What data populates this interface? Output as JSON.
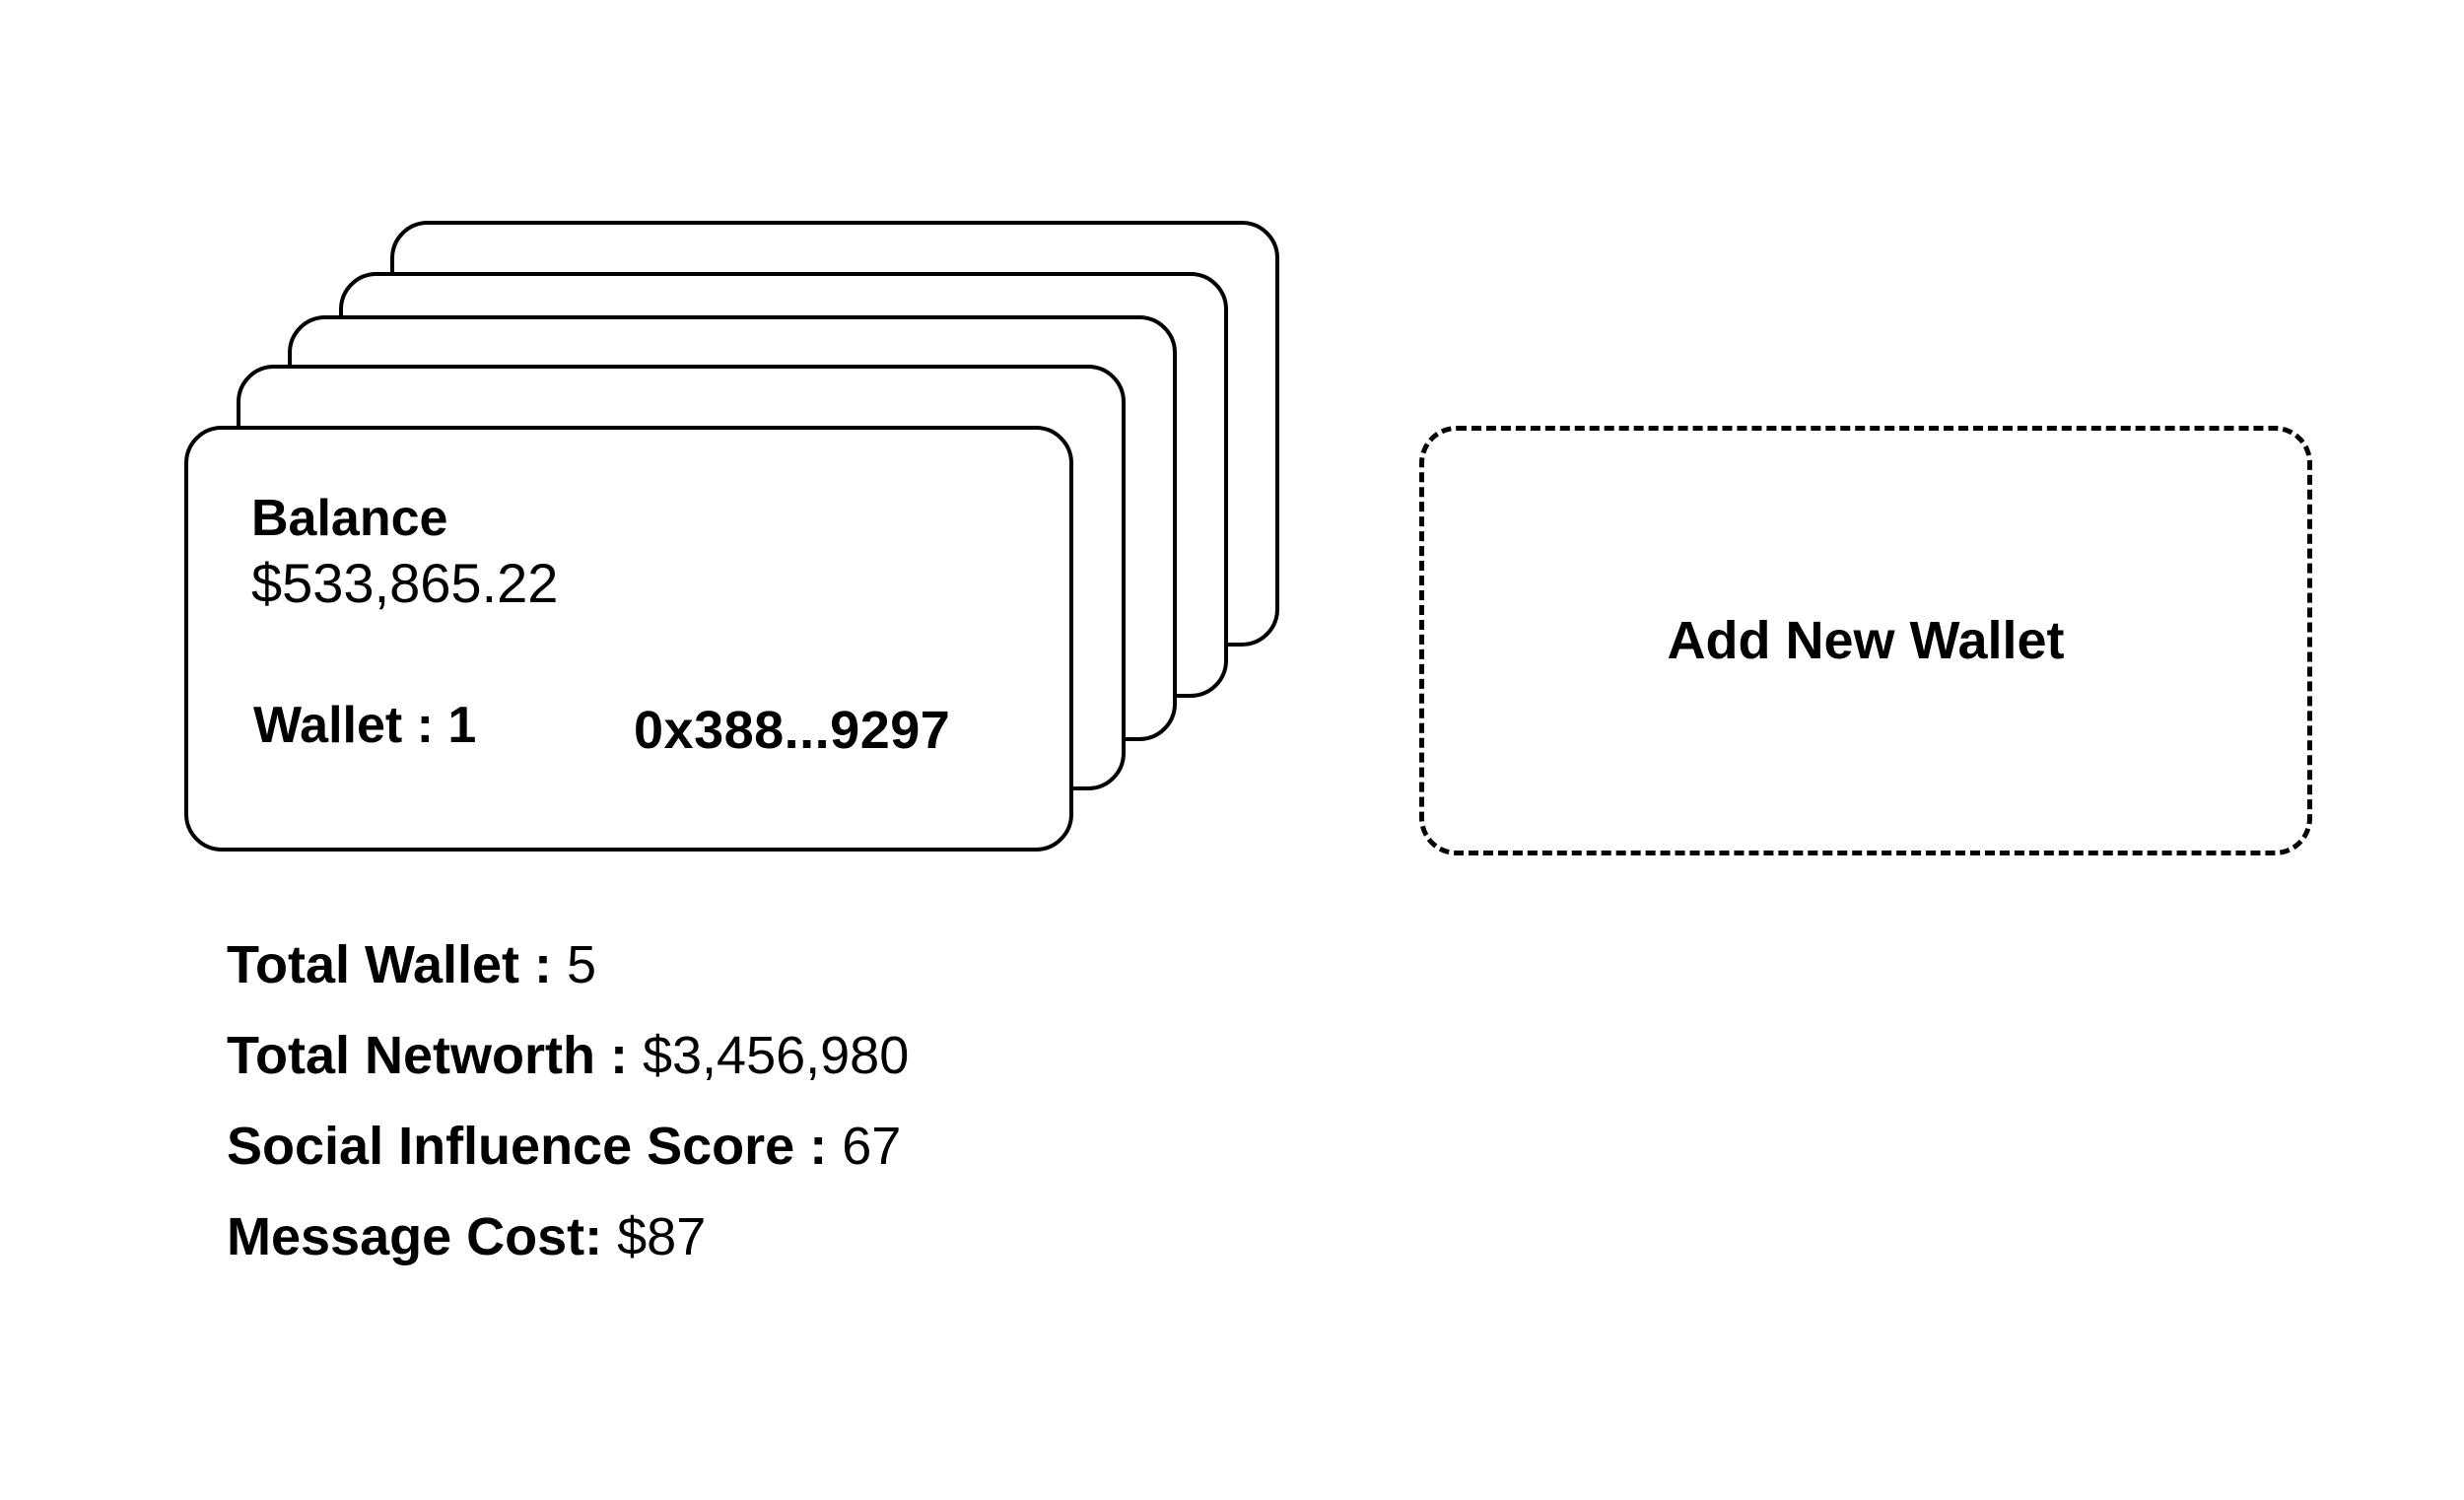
{
  "wallet_card": {
    "balance_label": "Balance",
    "balance_value": "$533,865.22",
    "wallet_label": "Wallet : 1",
    "address": "0x388...9297"
  },
  "add_wallet": {
    "label": "Add New Wallet"
  },
  "stats": {
    "total_wallet_label": "Total Wallet :",
    "total_wallet_value": "5",
    "total_networth_label": "Total Networth :",
    "total_networth_value": "$3,456,980",
    "social_influence_label": "Social Influence Score :",
    "social_influence_value": "67",
    "message_cost_label": "Message Cost:",
    "message_cost_value": "$87"
  }
}
